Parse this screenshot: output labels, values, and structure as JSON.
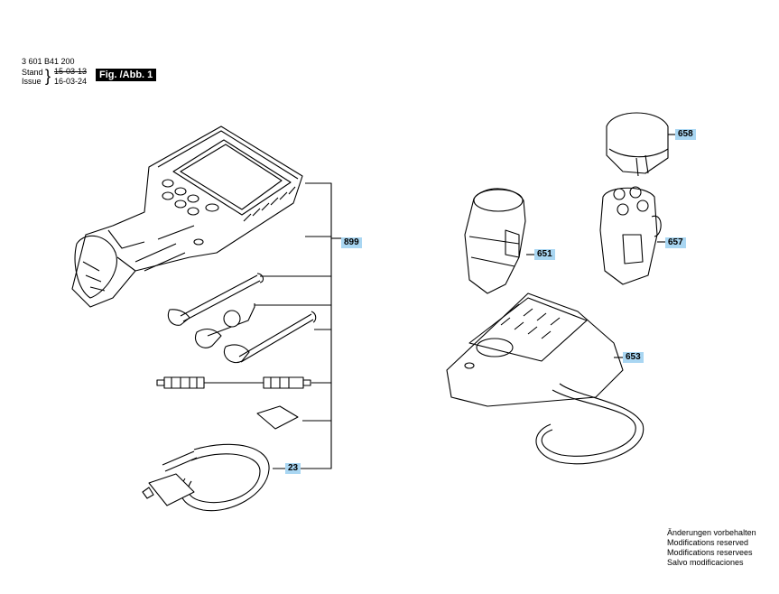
{
  "header": {
    "part_number": "3 601 B41 200",
    "stand_label": "Stand",
    "issue_label": "Issue",
    "stand_date": "15-03-13",
    "issue_date": "16-03-24",
    "figure_label": "Fig. /Abb. 1"
  },
  "callouts": {
    "c899": "899",
    "c23": "23",
    "c651": "651",
    "c653": "653",
    "c657": "657",
    "c658": "658"
  },
  "notes": [
    "Änderungen vorbehalten",
    "Modifications reserved",
    "Modifications reservees",
    "Salvo modificaciones"
  ]
}
